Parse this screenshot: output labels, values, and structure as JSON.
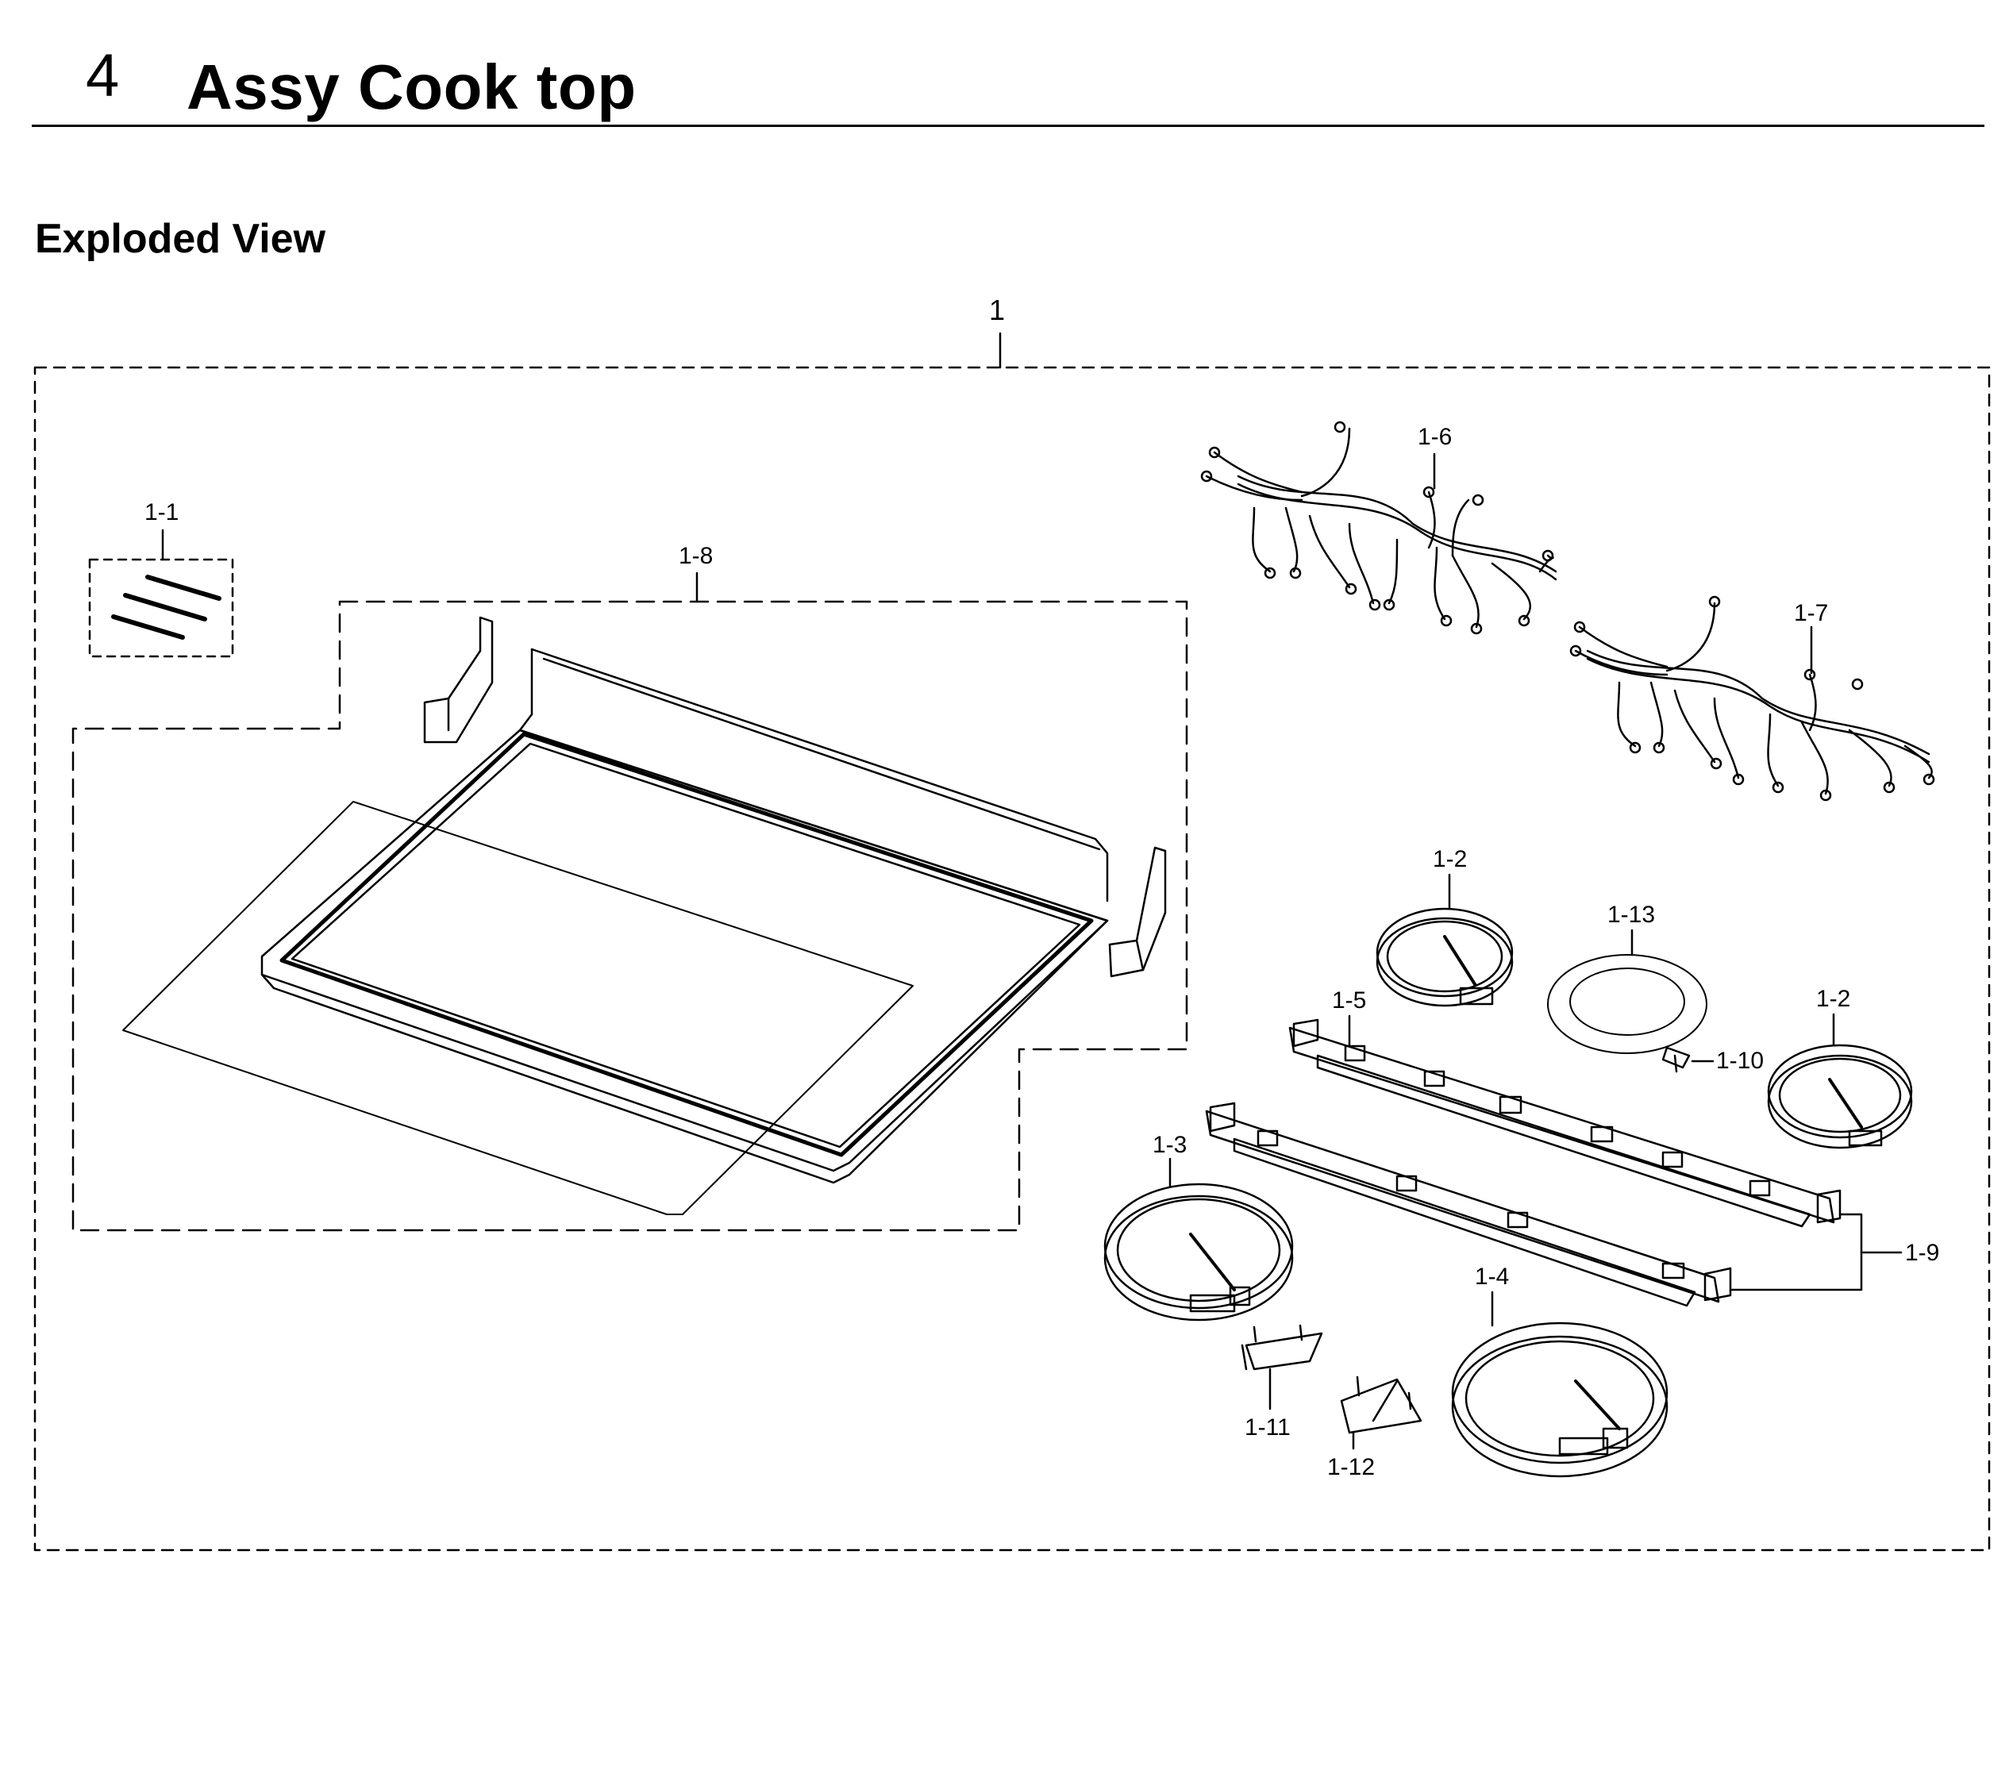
{
  "header": {
    "section_number": "4",
    "title": "Assy Cook top"
  },
  "subheading": "Exploded View",
  "callouts": {
    "assembly": "1",
    "p1_1": "1-1",
    "p1_2a": "1-2",
    "p1_2b": "1-2",
    "p1_3": "1-3",
    "p1_4": "1-4",
    "p1_5": "1-5",
    "p1_6": "1-6",
    "p1_7": "1-7",
    "p1_8": "1-8",
    "p1_9": "1-9",
    "p1_10": "1-10",
    "p1_11": "1-11",
    "p1_12": "1-12",
    "p1_13": "1-13"
  }
}
